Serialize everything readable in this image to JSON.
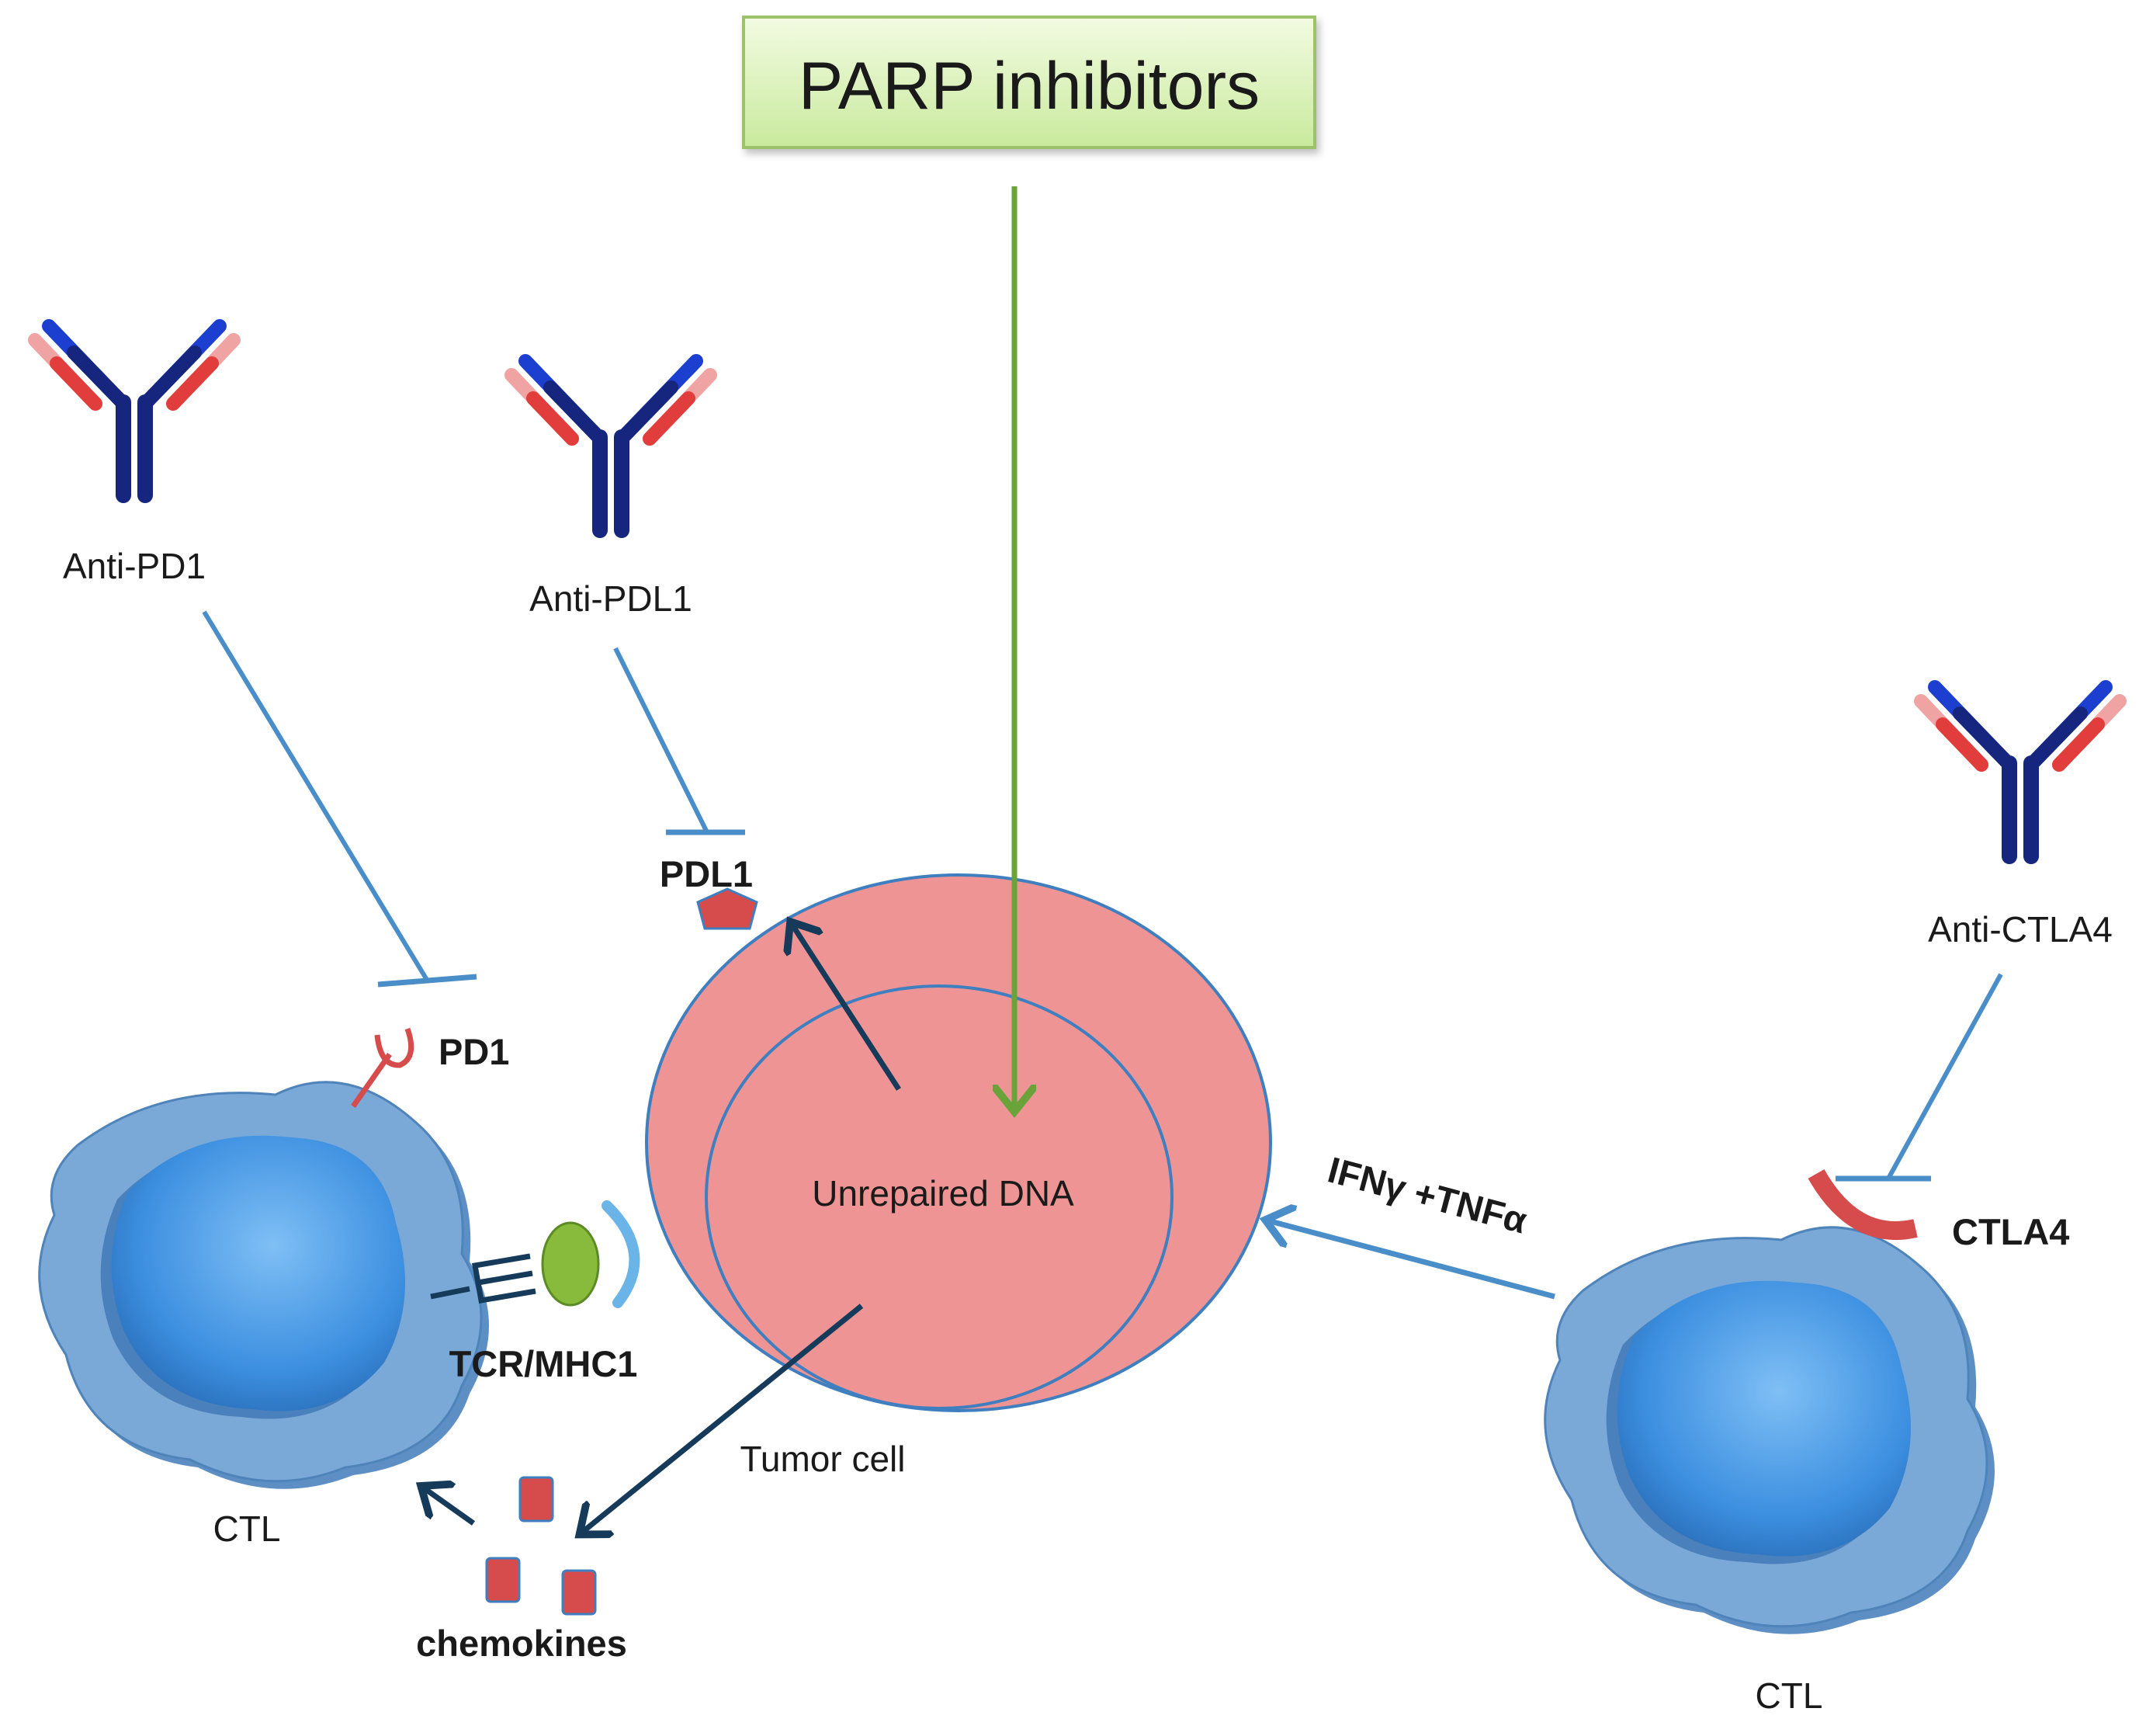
{
  "title_box": {
    "label": "PARP inhibitors",
    "fill": "#d9f2b5",
    "border": "#9cc26a"
  },
  "antibodies": {
    "anti_pd1": "Anti-PD1",
    "anti_pdl1": "Anti-PDL1",
    "anti_ctla4": "Anti-CTLA4"
  },
  "molecules": {
    "pdl1": "PDL1",
    "pd1": "PD1",
    "ctla4": "CTLA4",
    "tcr_mhc1": "TCR/MHC1",
    "chemokines": "chemokines",
    "ifn_tnf": "IFNγ +TNFα"
  },
  "cells": {
    "tumor_nucleus": "Unrepaired DNA",
    "tumor_cell": "Tumor cell",
    "ctl_left": "CTL",
    "ctl_right": "CTL"
  },
  "colors": {
    "tumor_fill": "#ee9494",
    "outline_blue": "#3f7fc0",
    "inhibit_blue": "#4a8ec9",
    "arrow_dark": "#163a5a",
    "parp_arrow_green": "#6aa33a",
    "antibody_navy": "#16257e",
    "antibody_blue": "#1c3fd0",
    "antibody_red": "#e23d3d",
    "antibody_pink": "#f0a3a3",
    "ctl_outer": "#6f9fcf",
    "ctl_nucleus": "#3f8fe0",
    "receptor_red": "#d64b4b",
    "mhc_green": "#88bb3c"
  }
}
